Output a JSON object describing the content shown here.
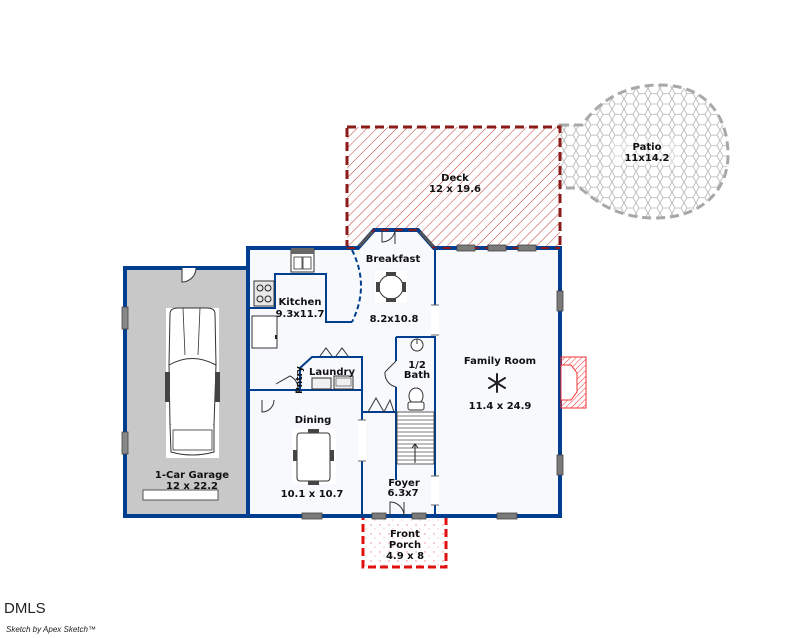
{
  "floorplan": {
    "rooms": [
      {
        "id": "deck",
        "name": "Deck",
        "dims": "12 x 19.6"
      },
      {
        "id": "patio",
        "name": "Patio",
        "dims": "11x14.2"
      },
      {
        "id": "breakfast",
        "name": "Breakfast",
        "dims": "8.2x10.8"
      },
      {
        "id": "kitchen",
        "name": "Kitchen",
        "dims": "9.3x11.7"
      },
      {
        "id": "family_room",
        "name": "Family Room",
        "dims": "11.4 x 24.9"
      },
      {
        "id": "half_bath",
        "name": "1/2",
        "name2": "Bath"
      },
      {
        "id": "laundry",
        "name": "Laundry"
      },
      {
        "id": "pantry",
        "name": "Pntry"
      },
      {
        "id": "dining",
        "name": "Dining",
        "dims": "10.1 x 10.7"
      },
      {
        "id": "foyer",
        "name": "Foyer",
        "dims": "6.3x7"
      },
      {
        "id": "garage",
        "name": "1-Car Garage",
        "dims": "12 x 22.2"
      },
      {
        "id": "front_porch",
        "name": "Front",
        "name2": "Porch",
        "dims": "4.9 x 8"
      }
    ],
    "colors": {
      "wall": "#003f8f",
      "interior_fill": "#f7f9fc",
      "garage_fill": "#c8c8c8",
      "deck_outline": "#8b1a1a",
      "patio_outline": "#a8a8a8",
      "porch_outline": "#e01010",
      "fireplace": "#f03030",
      "window": "#6a6a6a"
    }
  },
  "footer": {
    "logo": "DMLS",
    "credit": "Sketch by Apex Sketch™"
  }
}
